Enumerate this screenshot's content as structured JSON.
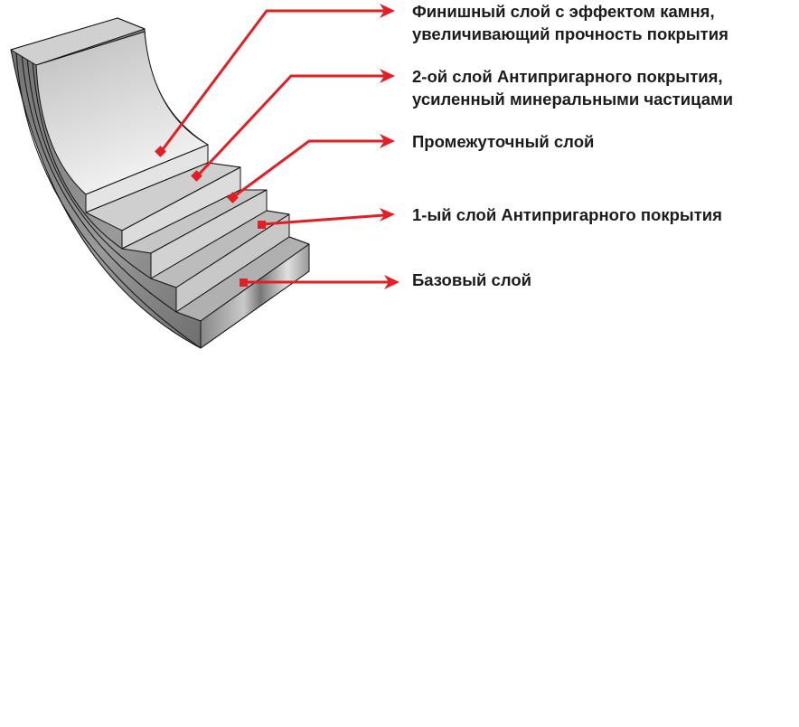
{
  "title": "Слои покрытия",
  "accent_color": "#e31e24",
  "layers": [
    {
      "label_line1": "Финишный слой с эффектом камня,",
      "label_line2": "увеличивающий прочность покрытия"
    },
    {
      "label_line1": "2-ой слой Антипригарного покрытия,",
      "label_line2": "усиленный минеральными частицами"
    },
    {
      "label_line1": "Промежуточный слой"
    },
    {
      "label_line1": "1-ый слой Антипригарного покрытия"
    },
    {
      "label_line1": "Базовый слой"
    }
  ]
}
